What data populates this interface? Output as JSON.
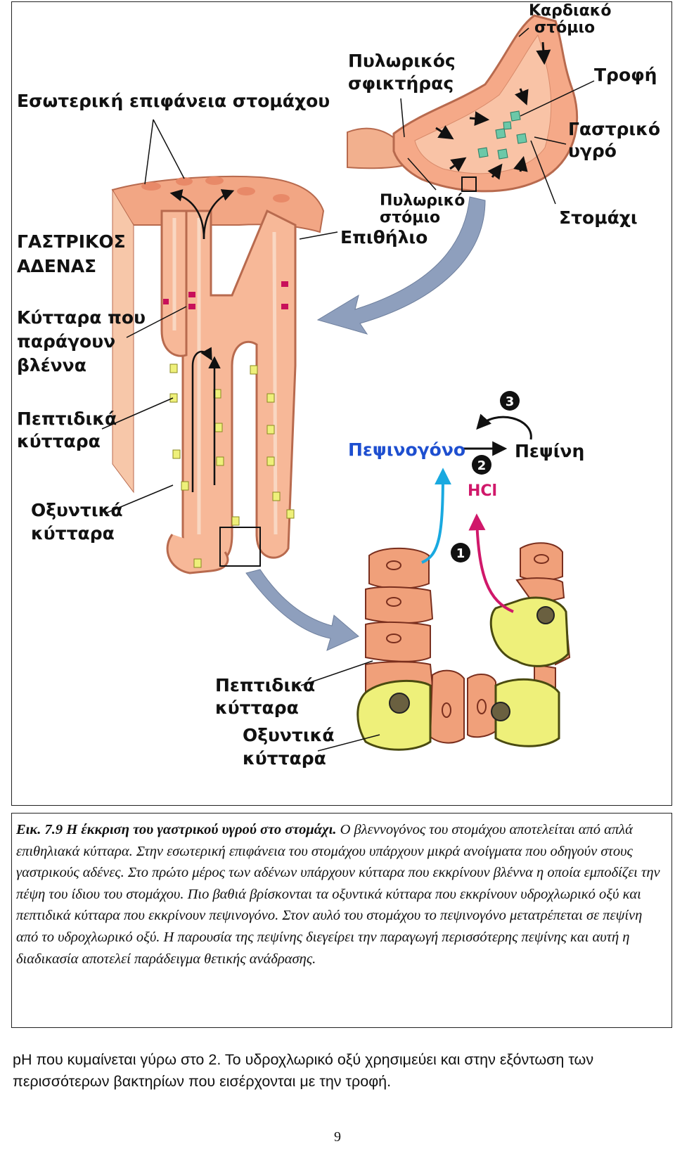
{
  "figure": {
    "labels": {
      "inner_surface": "Εσωτερική επιφάνεια στομάχου",
      "gland_line1": "ΓΑΣΤΡΙΚΟΣ",
      "gland_line2": "ΑΔΕΝΑΣ",
      "mucus_line1": "Κύτταρα που",
      "mucus_line2": "παράγουν",
      "mucus_line3": "βλέννα",
      "peptic_line1": "Πεπτιδικά",
      "peptic_line2": "κύτταρα",
      "oxyntic_line1": "Οξυντικά",
      "oxyntic_line2": "κύτταρα",
      "pyloric_sphincter_line1": "Πυλωρικός",
      "pyloric_sphincter_line2": "σφικτήρας",
      "cardiac_line1": "Καρδιακό",
      "cardiac_line2": "στόμιο",
      "food": "Τροφή",
      "gastric_line1": "Γαστρικό",
      "gastric_line2": "υγρό",
      "stomach": "Στομάχι",
      "pyloric_opening_line1": "Πυλωρικό",
      "pyloric_opening_line2": "στόμιο",
      "epithelium": "Επιθήλιο",
      "pepsinogen": "Πεψινογόνο",
      "pepsin": "Πεψίνη",
      "hcl": "HCl",
      "step1": "1",
      "step2": "2",
      "step3": "3",
      "peptic_zoom_line1": "Πεπτιδικά",
      "peptic_zoom_line2": "κύτταρα",
      "oxyntic_zoom_line1": "Οξυντικά",
      "oxyntic_zoom_line2": "κύτταρα"
    },
    "colors": {
      "tissue": "#f0a07a",
      "tissue_dark": "#c8624a",
      "parietal": "#eef07a",
      "mucus_cell": "#c8105a",
      "food": "#6cc8a8",
      "arrow_gray": "#8e9fbd",
      "pepsinogen_blue": "#1e4fd0",
      "hcl_magenta": "#d0186a",
      "arrow_cyan": "#19a9e0"
    }
  },
  "caption": {
    "head": "Εικ. 7.9 Η έκκριση του γαστρικού υγρού στο στομάχι.",
    "body": "Ο βλεννογόνος του στομάχου αποτελείται από απλά επιθηλιακά κύτταρα. Στην εσωτερική επιφάνεια του στομάχου υπάρχουν μικρά ανοίγματα που οδηγούν στους γαστρικούς αδένες. Στο πρώτο μέρος των αδένων υπάρχουν κύτταρα που εκκρίνουν βλέννα η οποία εμποδίζει την πέψη του ίδιου του στομάχου. Πιο βαθιά βρίσκονται τα οξυντικά κύτταρα που εκκρίνουν υδροχλωρικό οξύ και πεπτιδικά κύτταρα που εκκρίνουν πεψινογόνο. Στον αυλό του στομάχου το πεψινογόνο μετατρέπεται σε πεψίνη από το υδροχλωρικό οξύ. Η παρουσία της πεψίνης διεγείρει την παραγωγή περισσότερης πεψίνης και αυτή η διαδικασία αποτελεί παράδειγμα θετικής ανάδρασης."
  },
  "body_text": "pH που κυμαίνεται γύρω στο 2. Το υδροχλωρικό οξύ χρησιμεύει και στην εξόντωση των περισσότερων βακτηρίων που εισέρχονται με την τροφή.",
  "page_number": "9"
}
